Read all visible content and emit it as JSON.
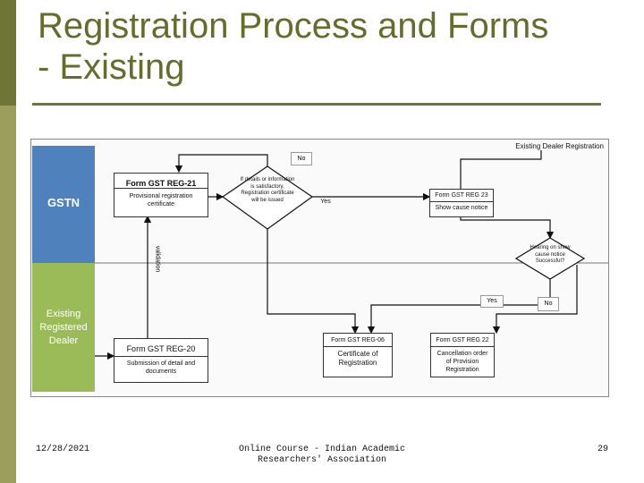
{
  "slide": {
    "title_line1": "Registration Process and Forms",
    "title_line2": "- Existing",
    "footer_date": "12/28/2021",
    "footer_center_line1": "Online Course - Indian Academic",
    "footer_center_line2": "Researchers' Association",
    "footer_page": "29"
  },
  "diagram": {
    "header": "Existing Dealer Registration",
    "lane_gstn": "GSTN",
    "lane_dealer": "Existing Registered Dealer",
    "label_no_top": "No",
    "reg21_title": "Form GST REG-21",
    "reg21_sub": "Provisional registration certificate",
    "decision_text": "If details or information is satisfactory, Registration certificate will be issued",
    "label_yes_mid": "Yes",
    "reg23_title": "Form GST REG 23",
    "reg23_sub": "Show cause notice",
    "label_validation": "validation",
    "hearing_text": "Hearing on show cause notice Successful?",
    "label_yes_right": "Yes",
    "label_no_right": "No",
    "reg20_title": "Form GST REG-20",
    "reg20_sub": "Submission of detail and documents",
    "reg06_title": "Form GST REG-06",
    "reg06_sub": "Certificate of Registration",
    "reg22_title": "Form GST REG 22",
    "reg22_sub": "Cancellation order of Provision Registration"
  },
  "colors": {
    "gstn_lane": "#4f81bd",
    "dealer_lane": "#9bbb59",
    "title": "#666c2e",
    "bar_dark": "#6f7437",
    "bar_light": "#9c9f5c"
  }
}
